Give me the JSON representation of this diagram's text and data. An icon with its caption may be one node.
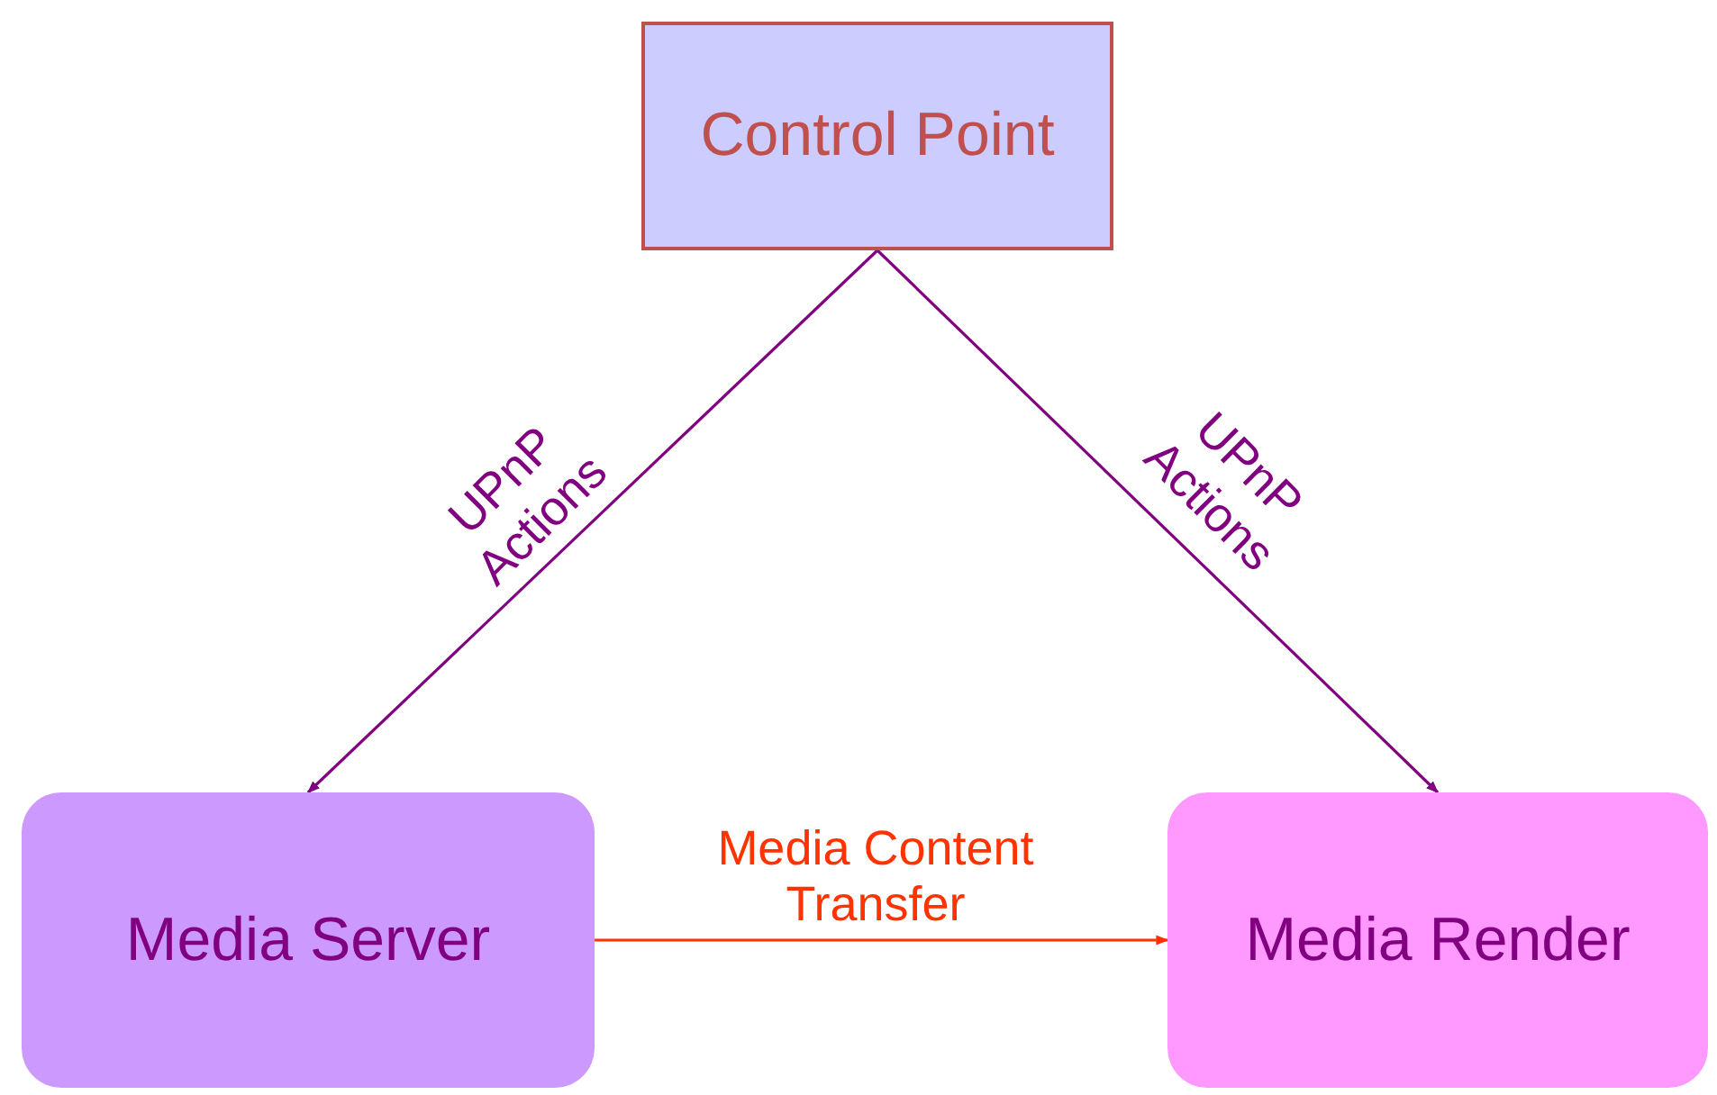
{
  "diagram": {
    "nodes": [
      {
        "text": [
          "Control Point"
        ]
      },
      {
        "text": [
          "Media Server"
        ]
      },
      {
        "text": [
          "Media Render"
        ]
      }
    ],
    "edges": [
      {
        "from": 0,
        "to": 1,
        "arrow": "to",
        "label": "UPnP Actions"
      },
      {
        "from": 0,
        "to": 2,
        "arrow": "to",
        "label": "UPnP Actions"
      },
      {
        "from": 1,
        "to": 2,
        "arrow": "to",
        "label": "Media Content Transfer",
        "color": "#ff3300"
      }
    ]
  }
}
